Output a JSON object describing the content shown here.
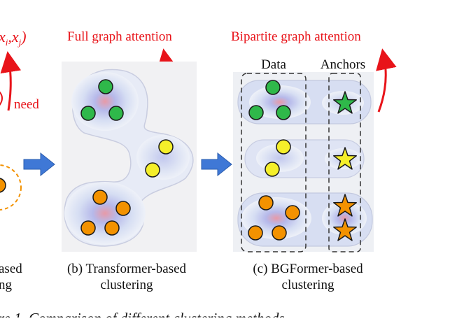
{
  "left_panel": {
    "formula": "x",
    "formula_sub_i": "i",
    "formula_sep": ",",
    "formula_x2": "x",
    "formula_sub_j": "j",
    "formula_close": ")",
    "need_label": "need",
    "caption_line1": "ased",
    "caption_line2": "ng"
  },
  "panel_b": {
    "title": "Full graph attention",
    "caption_line1": "(b) Transformer-based",
    "caption_line2": "clustering"
  },
  "panel_c": {
    "title": "Bipartite graph attention",
    "data_label": "Data",
    "anchors_label": "Anchors",
    "caption_line1": "(c) BGFormer-based",
    "caption_line2": "clustering"
  },
  "figure_caption": "re 1. Comparison of different clustering methods.",
  "colors": {
    "accent_red": "#e8141a",
    "green_point": "#2fb84a",
    "yellow_point": "#f5ef2a",
    "orange_point": "#f39200",
    "arrow_blue": "#3f78d6"
  }
}
